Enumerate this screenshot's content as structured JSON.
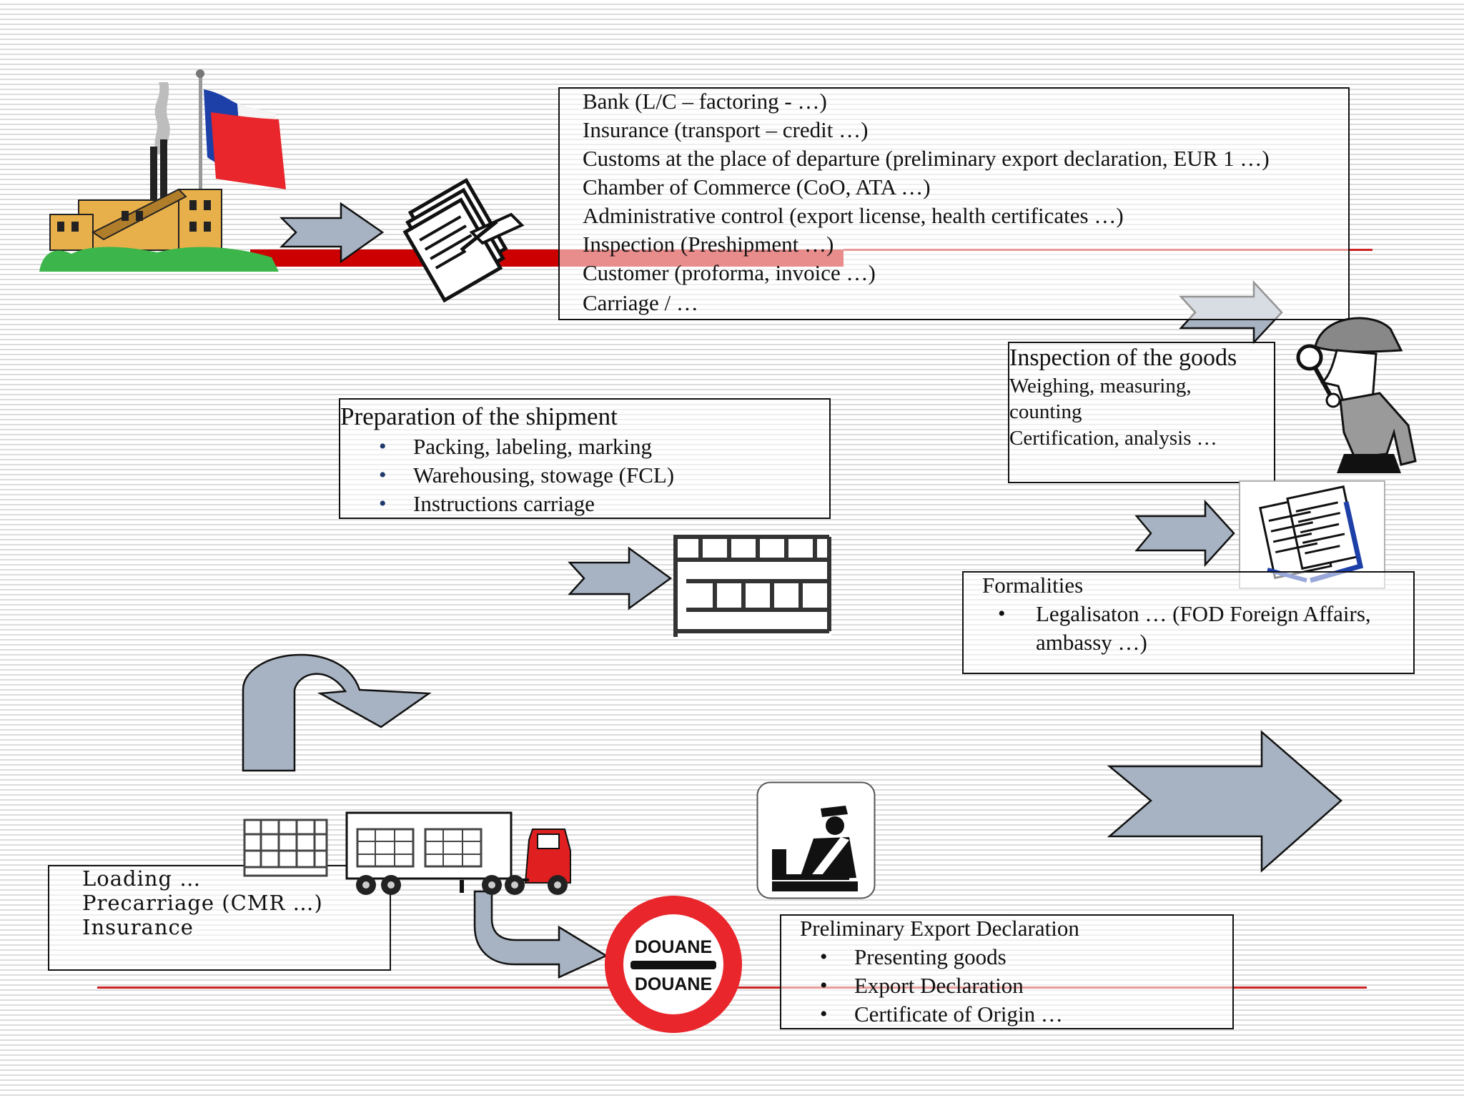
{
  "documents_box": {
    "lines": [
      "Bank (L/C – factoring - …)",
      "Insurance (transport – credit …)",
      "Customs at the place of departure (preliminary export declaration, EUR 1 …)",
      "Chamber of Commerce (CoO, ATA …)",
      "Administrative control (export license, health certificates …)",
      "Inspection (Preshipment …)",
      "Customer (proforma, invoice …)",
      "Carriage / …"
    ]
  },
  "inspection_box": {
    "title": "Inspection of the goods",
    "lines": [
      "Weighing, measuring,",
      "counting",
      "Certification, analysis …"
    ]
  },
  "preparation_box": {
    "title": "Preparation of the shipment",
    "items": [
      "Packing, labeling, marking",
      "Warehousing, stowage (FCL)",
      "Instructions carriage"
    ]
  },
  "formalities_box": {
    "title": "Formalities",
    "item_line1": "Legalisaton … (FOD Foreign Affairs,",
    "item_line2": "ambassy …)"
  },
  "loading_box": {
    "lines": [
      "Loading …",
      "Precarriage (CMR …)",
      "Insurance"
    ]
  },
  "export_declaration_box": {
    "title": "Preliminary Export Declaration",
    "items": [
      "Presenting goods",
      "Export Declaration",
      "Certificate of Origin …"
    ]
  },
  "customs_sign": {
    "top": "DOUANE",
    "bottom": "DOUANE"
  },
  "colors": {
    "arrow_fill": "#a7b3c2",
    "red_bar": "#cc0000",
    "flag_blue": "#1d3fa8",
    "flag_red": "#e8262b",
    "bullet_blue": "#1f3a6b"
  }
}
